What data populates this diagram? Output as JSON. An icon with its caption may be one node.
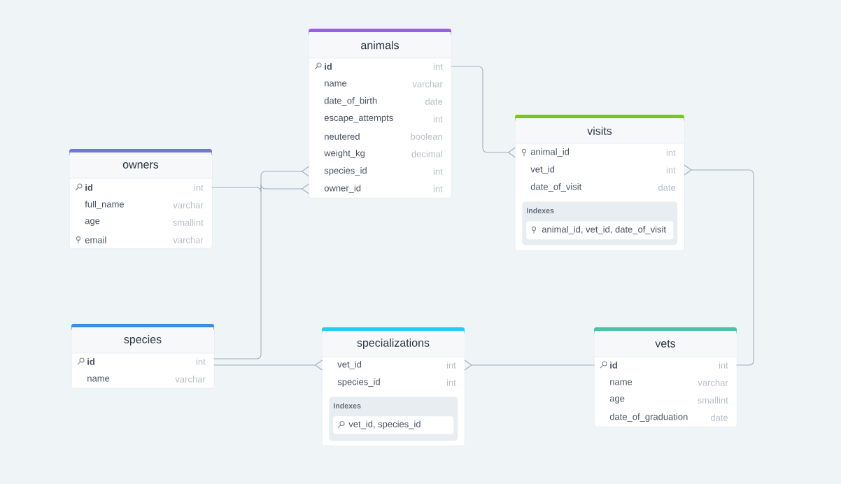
{
  "diagram": {
    "nodes": [
      {
        "text": [
          "animals"
        ]
      },
      {
        "text": [
          "id",
          "int"
        ],
        "in": 0
      },
      {
        "text": [
          "name",
          "varchar"
        ],
        "in": 0
      },
      {
        "text": [
          "date_of_birth",
          "date"
        ],
        "in": 0
      },
      {
        "text": [
          "escape_attempts",
          "int"
        ],
        "in": 0
      },
      {
        "text": [
          "neutered",
          "boolean"
        ],
        "in": 0
      },
      {
        "text": [
          "weight_kg",
          "decimal"
        ],
        "in": 0
      },
      {
        "text": [
          "species_id",
          "int"
        ],
        "in": 0
      },
      {
        "text": [
          "owner_id",
          "int"
        ],
        "in": 0
      },
      {
        "text": [
          "owners"
        ]
      },
      {
        "text": [
          "id",
          "int"
        ],
        "in": 9
      },
      {
        "text": [
          "full_name",
          "varchar"
        ],
        "in": 9
      },
      {
        "text": [
          "age",
          "smallint"
        ],
        "in": 9
      },
      {
        "text": [
          "email",
          "varchar"
        ],
        "in": 9
      },
      {
        "text": [
          "visits"
        ]
      },
      {
        "text": [
          "animal_id",
          "int"
        ],
        "in": 14
      },
      {
        "text": [
          "vet_id",
          "int"
        ],
        "in": 14
      },
      {
        "text": [
          "date_of_visit",
          "date"
        ],
        "in": 14
      },
      {
        "text": [
          "Indexes"
        ],
        "in": 14
      },
      {
        "text": [
          "animal_id, vet_id, date_of_visit"
        ],
        "in": 18
      },
      {
        "text": [
          "species"
        ]
      },
      {
        "text": [
          "id",
          "int"
        ],
        "in": 20
      },
      {
        "text": [
          "name",
          "varchar"
        ],
        "in": 20
      },
      {
        "text": [
          "specializations"
        ]
      },
      {
        "text": [
          "vet_id",
          "int"
        ],
        "in": 23
      },
      {
        "text": [
          "species_id",
          "int"
        ],
        "in": 23
      },
      {
        "text": [
          "Indexes"
        ],
        "in": 23
      },
      {
        "text": [
          "vet_id, species_id"
        ],
        "in": 26
      },
      {
        "text": [
          "vets"
        ]
      },
      {
        "text": [
          "id",
          "int"
        ],
        "in": 28
      },
      {
        "text": [
          "name",
          "varchar"
        ],
        "in": 28
      },
      {
        "text": [
          "age",
          "smallint"
        ],
        "in": 28
      },
      {
        "text": [
          "date_of_graduation",
          "date"
        ],
        "in": 28
      }
    ],
    "edges": [
      {
        "from": 1,
        "to": 15,
        "arrow": "other"
      },
      {
        "from": 10,
        "to": 8,
        "arrow": "other"
      },
      {
        "from": 21,
        "to": 7,
        "arrow": "other"
      },
      {
        "from": 21,
        "to": 24,
        "arrow": "other"
      },
      {
        "from": 29,
        "to": 24,
        "arrow": "other"
      },
      {
        "from": 29,
        "to": 16,
        "arrow": "other"
      }
    ]
  }
}
